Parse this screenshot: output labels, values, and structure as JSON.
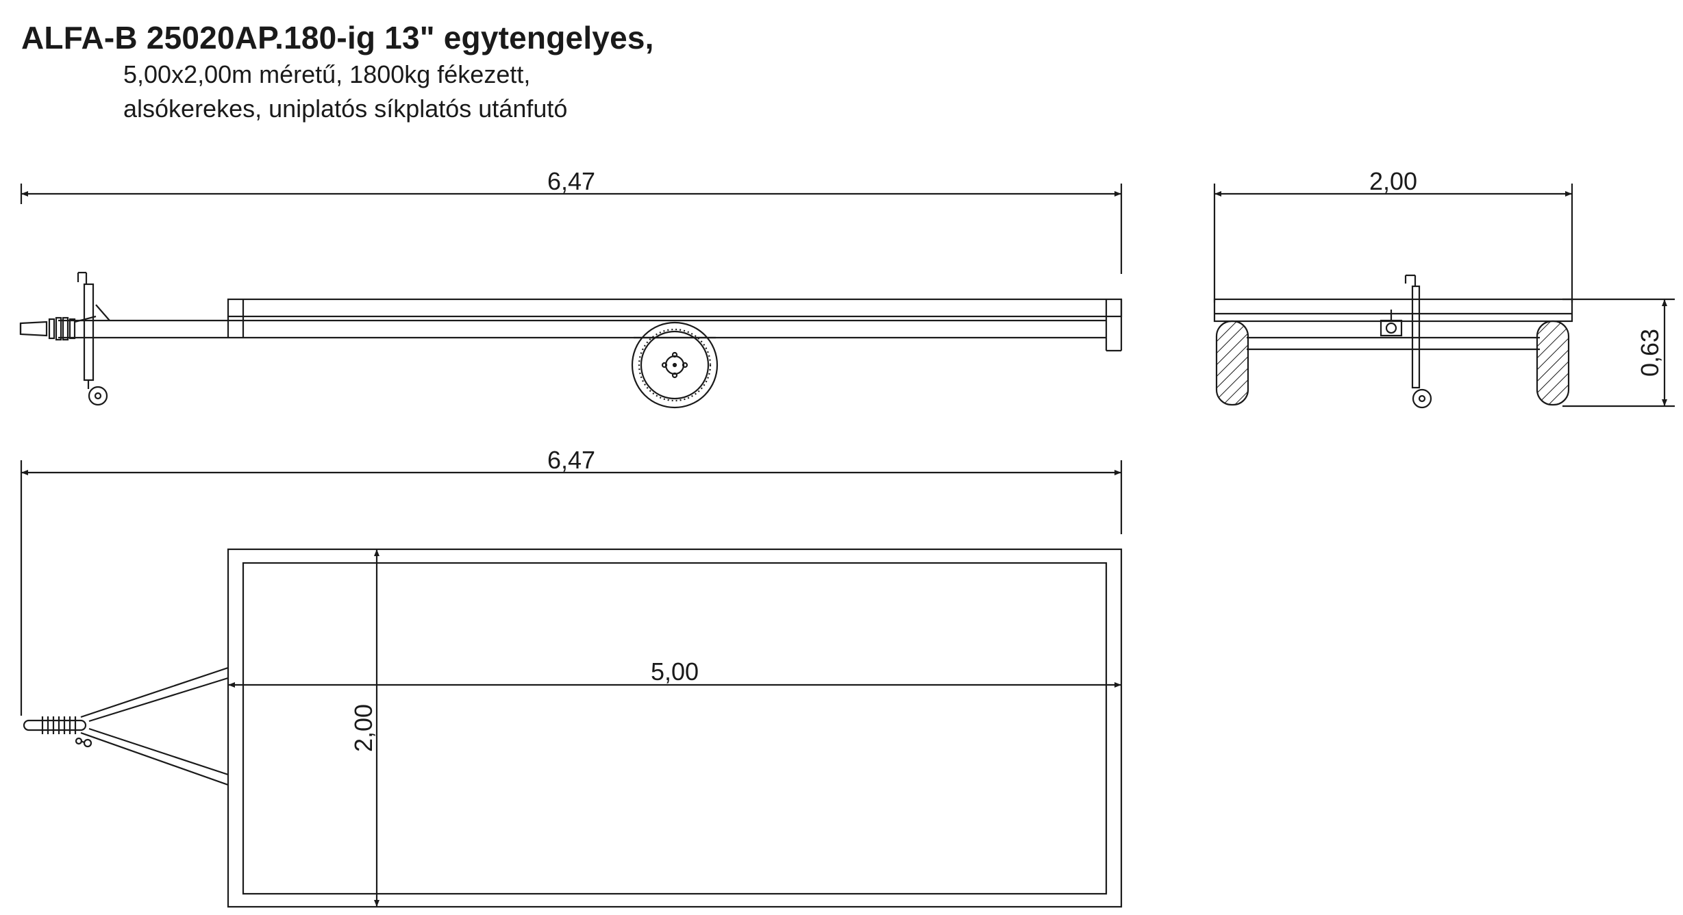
{
  "title": "ALFA-B 25020AP.180-ig 13\" egytengelyes,",
  "subtitle_line1": "5,00x2,00m méretű, 1800kg fékezett,",
  "subtitle_line2": "alsókerekes, uniplatós síkplatós utánfutó",
  "dimensions": {
    "side_length": "6,47",
    "front_width": "2,00",
    "front_height": "0,63",
    "top_length": "6,47",
    "platform_length": "5,00",
    "platform_width": "2,00"
  },
  "colors": {
    "line": "#1a1a1a",
    "background": "#ffffff"
  }
}
